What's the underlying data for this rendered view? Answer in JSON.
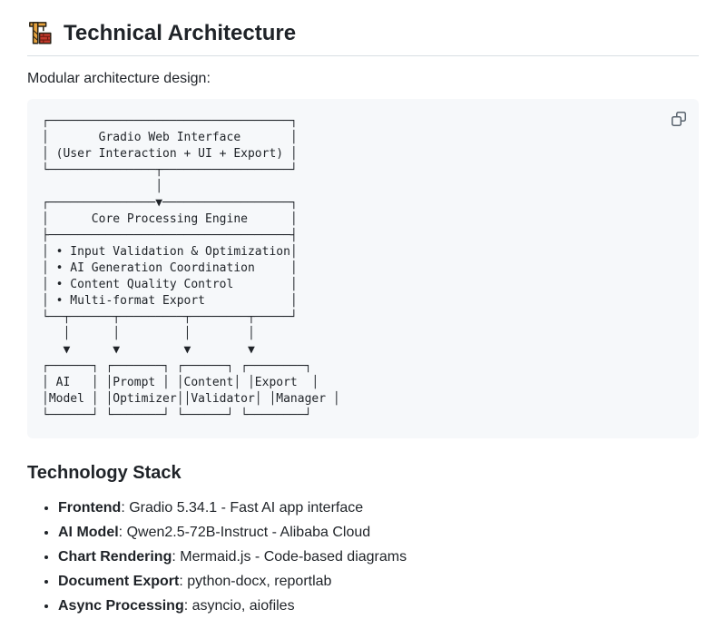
{
  "header": {
    "icon": "building-construction",
    "title": "Technical Architecture"
  },
  "intro": "Modular architecture design:",
  "diagram": {
    "copy_icon": "copy",
    "lines": [
      "┌──────────────────────────────────┐",
      "│       Gradio Web Interface       │",
      "│ (User Interaction + UI + Export) │",
      "└───────────────┬──────────────────┘",
      "                │",
      "┌───────────────▼──────────────────┐",
      "│      Core Processing Engine      │",
      "├──────────────────────────────────┤",
      "│ • Input Validation & Optimization│",
      "│ • AI Generation Coordination     │",
      "│ • Content Quality Control        │",
      "│ • Multi-format Export            │",
      "└──┬──────┬─────────┬────────┬─────┘",
      "   │      │         │        │",
      "   ▼      ▼         ▼        ▼",
      "┌──────┐ ┌───────┐ ┌──────┐ ┌────────┐",
      "│ AI   │ │Prompt │ │Content│ │Export  │",
      "│Model │ │Optimizer││Validator│ │Manager │",
      "└──────┘ └───────┘ └──────┘ └────────┘"
    ]
  },
  "tech_stack": {
    "title": "Technology Stack",
    "separator": ": ",
    "items": [
      {
        "label": "Frontend",
        "desc": "Gradio 5.34.1 - Fast AI app interface"
      },
      {
        "label": "AI Model",
        "desc": "Qwen2.5-72B-Instruct - Alibaba Cloud"
      },
      {
        "label": "Chart Rendering",
        "desc": "Mermaid.js - Code-based diagrams"
      },
      {
        "label": "Document Export",
        "desc": "python-docx, reportlab"
      },
      {
        "label": "Async Processing",
        "desc": "asyncio, aiofiles"
      }
    ]
  },
  "colors": {
    "code_background": "#f6f8fa",
    "text": "#1f2328",
    "heading_rule": "#d8dee4",
    "icon_gray": "#59636e"
  }
}
